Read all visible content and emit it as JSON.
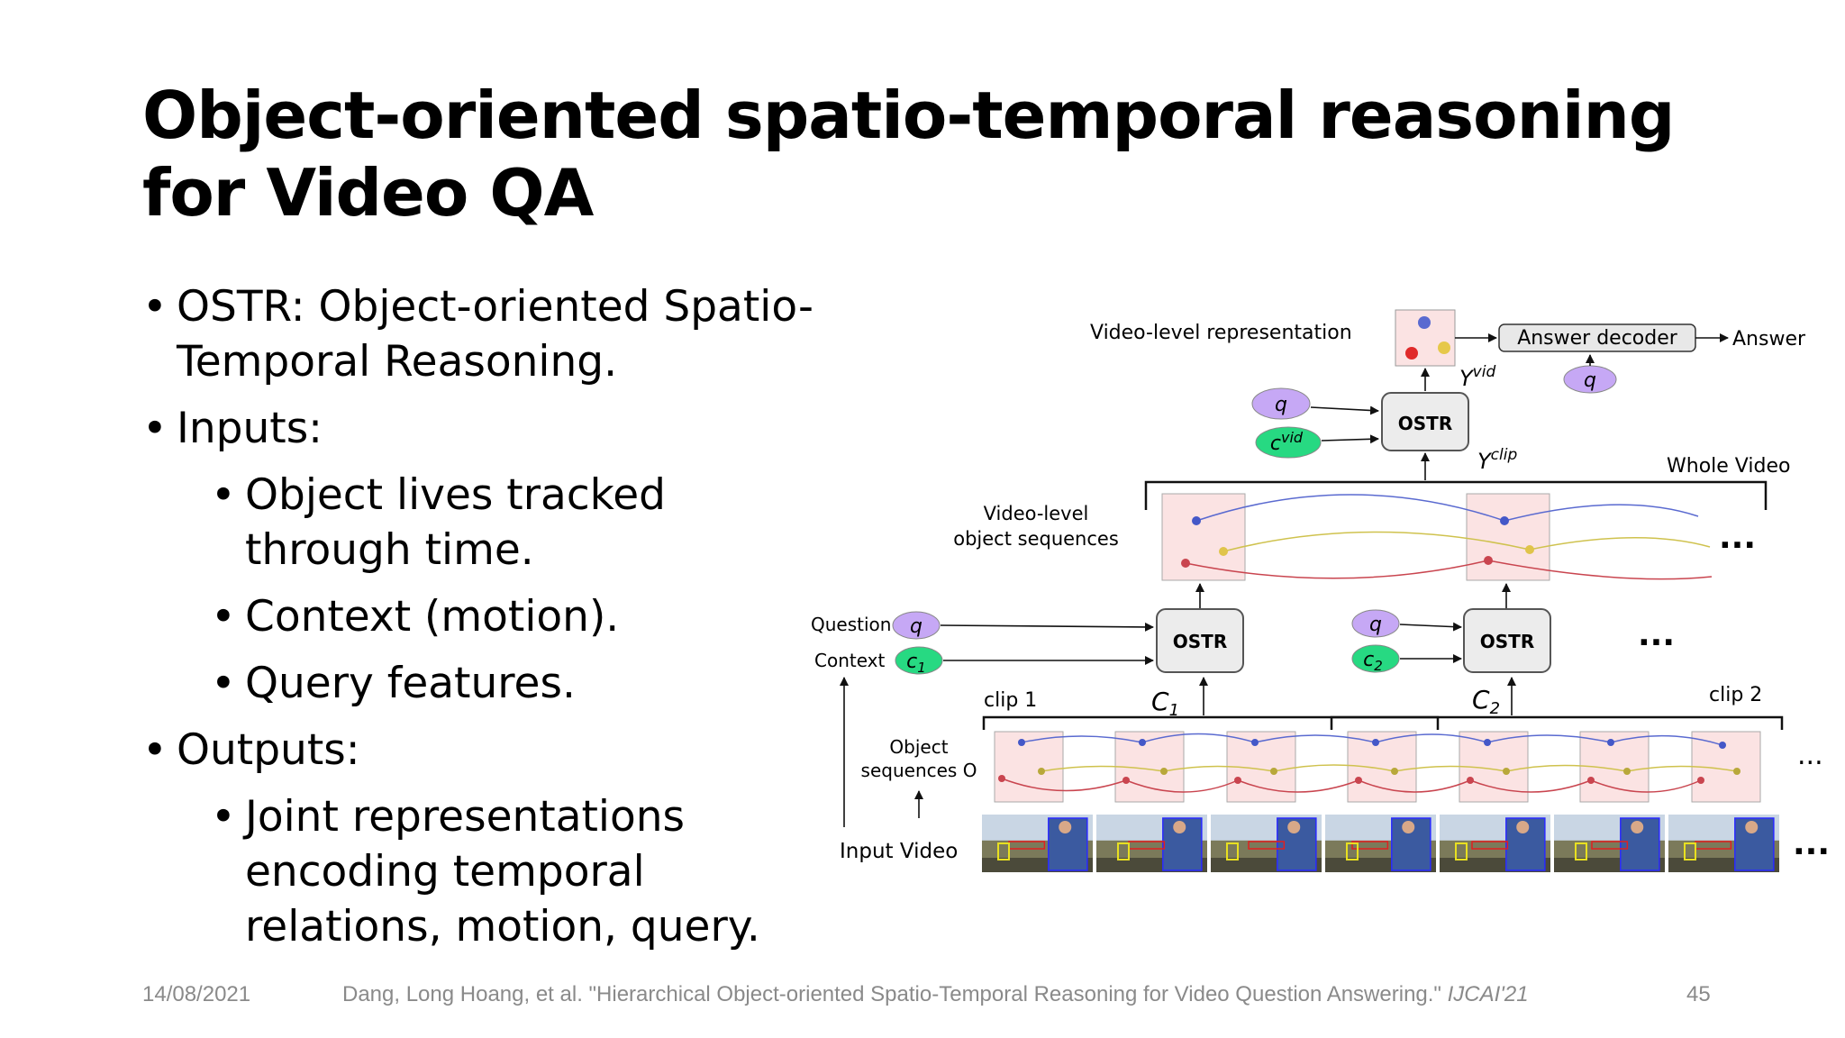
{
  "slide": {
    "title": "Object-oriented spatio-temporal reasoning for Video QA",
    "bullets": [
      {
        "text": "OSTR: Object-oriented Spatio-Temporal Reasoning.",
        "level": 1
      },
      {
        "text": "Inputs:",
        "level": 1
      },
      {
        "text": "Object lives tracked through time.",
        "level": 2
      },
      {
        "text": "Context (motion).",
        "level": 2
      },
      {
        "text": "Query features.",
        "level": 2
      },
      {
        "text": "Outputs:",
        "level": 1
      },
      {
        "text": "Joint representations encoding temporal relations, motion, query.",
        "level": 2
      }
    ]
  },
  "footer": {
    "date": "14/08/2021",
    "citation": "Dang, Long Hoang, et al. \"Hierarchical Object-oriented Spatio-Temporal Reasoning for Video Question Answering.\"",
    "venue": "IJCAI'21",
    "page_number": "45"
  },
  "figure": {
    "video_level_representation": "Video-level representation",
    "answer_decoder": "Answer decoder",
    "answer": "Answer",
    "ostr": "OSTR",
    "y_vid": "Y",
    "y_vid_sup": "vid",
    "y_clip": "Y",
    "y_clip_sup": "clip",
    "q": "q",
    "c_vid": "c",
    "c_vid_sup": "vid",
    "whole_video": "Whole Video",
    "video_level_object_sequences": [
      "Video-level",
      "object sequences"
    ],
    "question": "Question",
    "context": "Context",
    "c1": "c",
    "c1_sub": "1",
    "c2": "c",
    "c2_sub": "2",
    "clip1": "clip 1",
    "clip2": "clip 2",
    "C1": "C",
    "C1_sub": "1",
    "C2": "C",
    "C2_sub": "2",
    "object_sequences": [
      "Object",
      "sequences O"
    ],
    "input_video": "Input Video",
    "ellipsis": "..."
  },
  "colors": {
    "query_purple": "#c6a8f5",
    "context_green": "#27d982",
    "box_pink": "#fbe3e3",
    "track_blue": "#5a6ad0",
    "track_yellow": "#cfc24e",
    "track_red": "#c9454f"
  }
}
